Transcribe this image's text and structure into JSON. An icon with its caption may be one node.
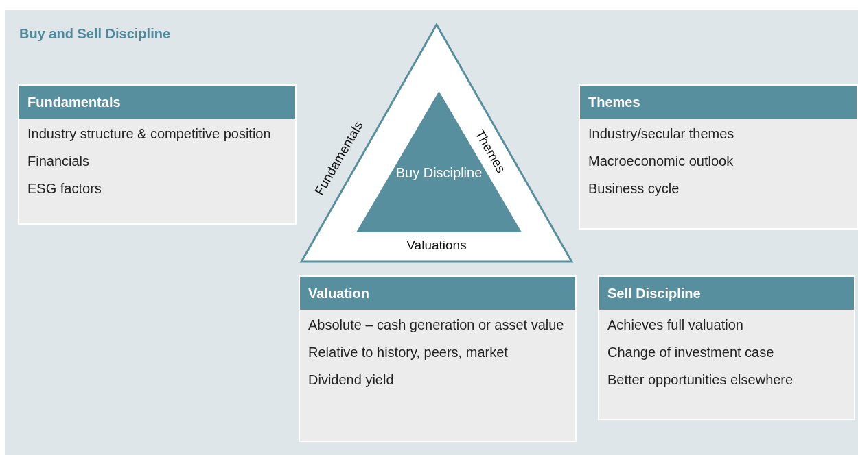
{
  "diagram": {
    "title": "Buy and Sell Discipline",
    "nodes": [
      {
        "text": [
          "Fundamentals",
          "Themes",
          "Valuations"
        ]
      },
      {
        "text": [
          "Buy Discipline"
        ],
        "in": 0
      },
      {
        "text": [
          "Fundamentals",
          "Industry structure & competitive position",
          "Financials",
          "ESG factors"
        ]
      },
      {
        "text": [
          "Themes",
          "Industry/secular themes",
          "Macroeconomic outlook",
          "Business cycle"
        ]
      },
      {
        "text": [
          "Valuation",
          "Absolute – cash generation or asset value",
          "Relative to history, peers, market",
          "Dividend yield"
        ]
      },
      {
        "text": [
          "Sell Discipline",
          "Achieves full valuation",
          "Change of investment case",
          "Better opportunities elsewhere"
        ]
      }
    ],
    "edges": []
  }
}
